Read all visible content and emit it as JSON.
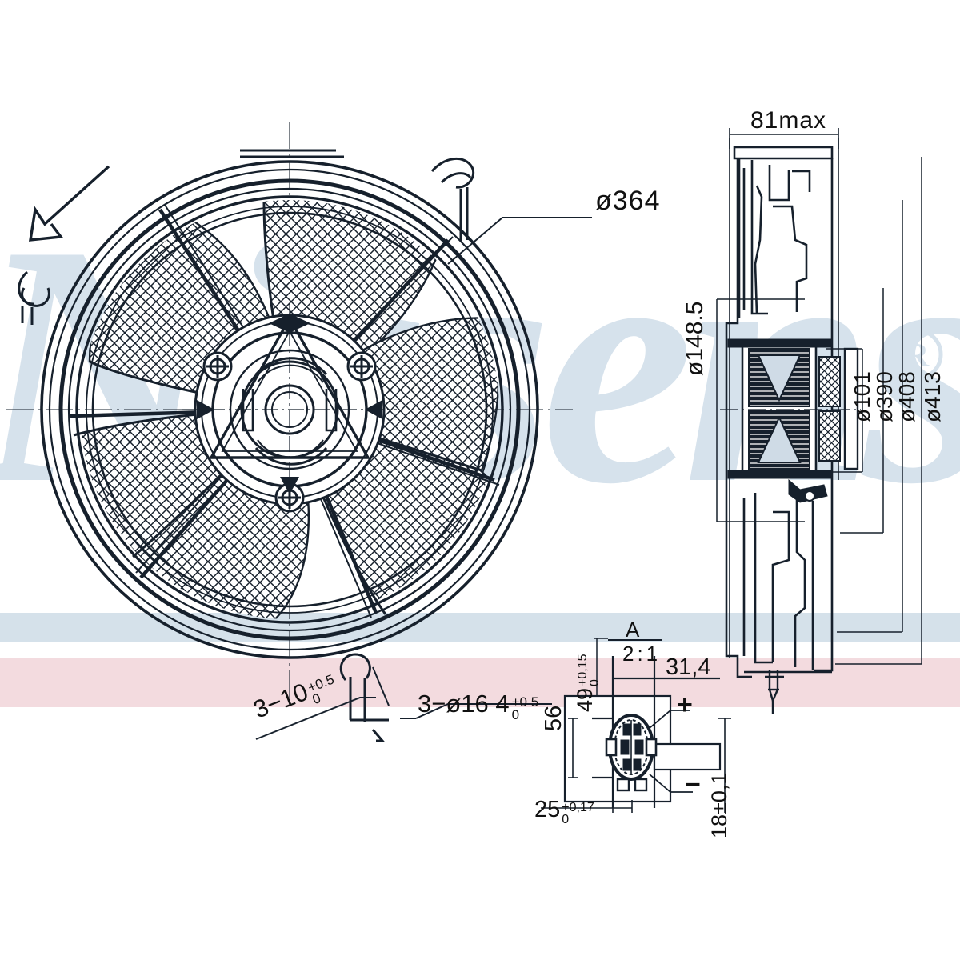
{
  "drawing": {
    "title": "Radiator cooling fan assembly - technical dimension drawing",
    "brand": "Nissens",
    "trademark_symbol": "®",
    "line_color": "#111111",
    "watermark_color": "#d6e2ec",
    "band_blue": "#d5e1ea",
    "band_pink": "#f3dbdf"
  },
  "views": {
    "front": {
      "name": "front-fan-view",
      "diameter_label": "ø364",
      "rotation_arrow": "rotation-direction-arrow"
    },
    "section": {
      "name": "side-section-view",
      "width_label": "81max"
    },
    "detail": {
      "name": "connector-detail-view",
      "callout": "A",
      "scale": "2:1"
    }
  },
  "dimensions": {
    "fan_outer_diameter": "ø364",
    "section_depth": "81max",
    "bore_148": "ø148.5",
    "bore_101": "ø101",
    "dia_390": "ø390",
    "dia_408": "ø408",
    "dia_413": "ø413",
    "hole_note_left_base": "3−10",
    "hole_note_left_tol_up": "+0.5",
    "hole_note_left_tol_dn": "0",
    "hole_note_right_base": "3−ø16 4",
    "hole_note_right_tol_up": "+0 5",
    "hole_note_right_tol_dn": "0",
    "detail_49_base": "49",
    "detail_49_tol_up": "+0,15",
    "detail_49_tol_dn": "0",
    "detail_31_4": "31,4",
    "detail_56": "56",
    "detail_25_base": "25",
    "detail_25_tol_up": "+0,17",
    "detail_25_tol_dn": "0",
    "detail_18": "18±0,1"
  },
  "terminals": {
    "positive": "+",
    "negative": "−"
  }
}
